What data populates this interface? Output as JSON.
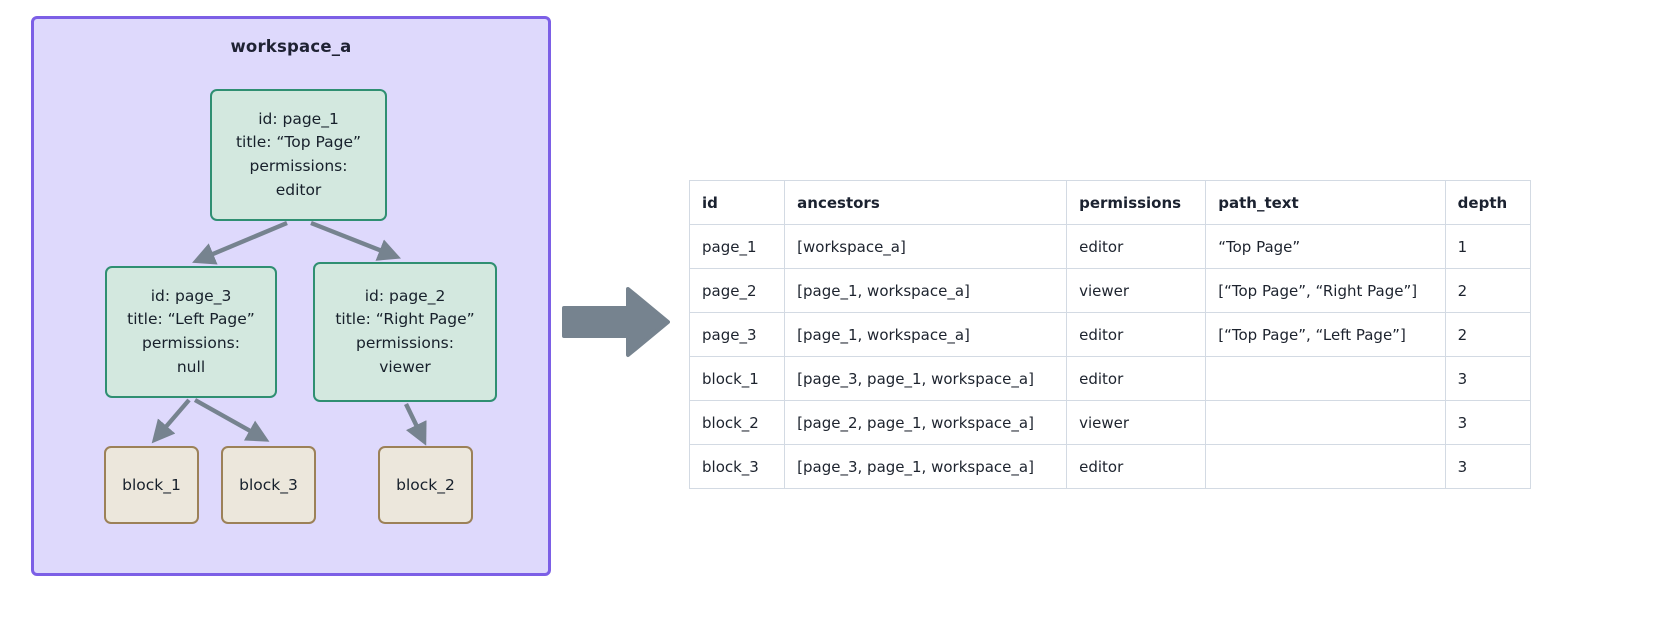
{
  "workspace": {
    "title": "workspace_a",
    "accent_border": "#7c5fe6",
    "accent_fill": "#ded9fc",
    "page_node_fill": "#d3e8df",
    "page_node_border": "#2f8f72",
    "block_node_fill": "#ece7dc",
    "block_node_border": "#9c8158",
    "arrow_color": "#76838f",
    "nodes": [
      {
        "key": "page_1",
        "id_line": "id: page_1",
        "title_line": "title: “Top Page”",
        "perm_label": "permissions:",
        "perm_value": "editor"
      },
      {
        "key": "page_3",
        "id_line": "id: page_3",
        "title_line": "title: “Left Page”",
        "perm_label": "permissions:",
        "perm_value": "null"
      },
      {
        "key": "page_2",
        "id_line": "id: page_2",
        "title_line": "title: “Right Page”",
        "perm_label": "permissions:",
        "perm_value": "viewer"
      }
    ],
    "blocks": [
      {
        "key": "block_1",
        "label": "block_1"
      },
      {
        "key": "block_3",
        "label": "block_3"
      },
      {
        "key": "block_2",
        "label": "block_2"
      }
    ]
  },
  "transform": {
    "icon": "right-arrow-icon"
  },
  "table": {
    "columns": [
      "id",
      "ancestors",
      "permissions",
      "path_text",
      "depth"
    ],
    "rows": [
      {
        "id": "page_1",
        "ancestors": "[workspace_a]",
        "permissions": "editor",
        "path_text": "“Top Page”",
        "depth": "1"
      },
      {
        "id": "page_2",
        "ancestors": "[page_1, workspace_a]",
        "permissions": "viewer",
        "path_text": "[“Top Page”, “Right Page”]",
        "depth": "2"
      },
      {
        "id": "page_3",
        "ancestors": "[page_1, workspace_a]",
        "permissions": "editor",
        "path_text": "[“Top Page”, “Left Page”]",
        "depth": "2"
      },
      {
        "id": "block_1",
        "ancestors": "[page_3, page_1, workspace_a]",
        "permissions": "editor",
        "path_text": "",
        "depth": "3"
      },
      {
        "id": "block_2",
        "ancestors": "[page_2, page_1, workspace_a]",
        "permissions": "viewer",
        "path_text": "",
        "depth": "3"
      },
      {
        "id": "block_3",
        "ancestors": "[page_3, page_1, workspace_a]",
        "permissions": "editor",
        "path_text": "",
        "depth": "3"
      }
    ]
  }
}
